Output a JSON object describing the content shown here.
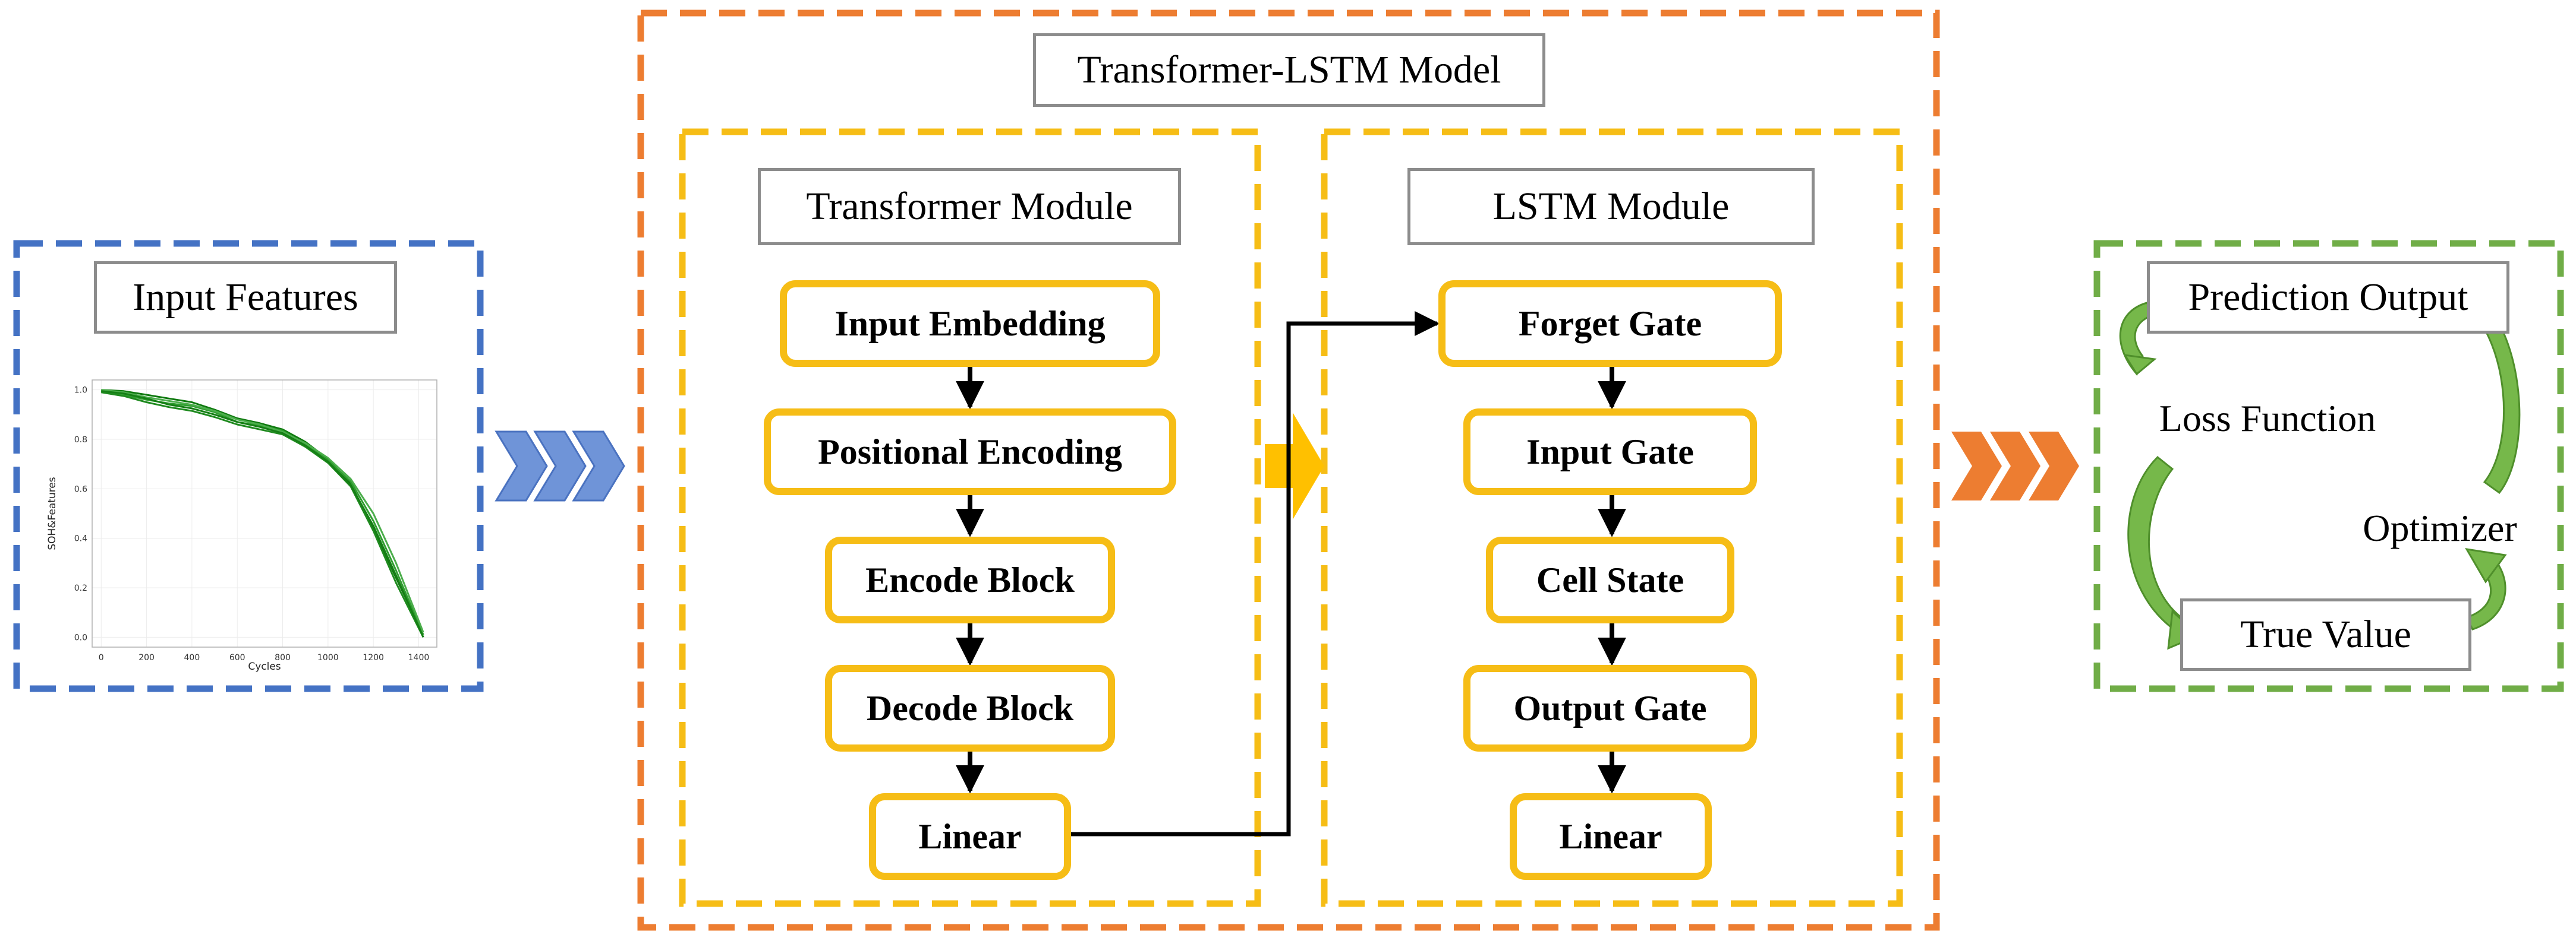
{
  "colors": {
    "input_panel": "#4472c4",
    "model_panel": "#ed7d31",
    "module_panel": "#f6bd16",
    "output_panel": "#70ad47",
    "node_border": "#f6bd16",
    "chart_line": "#1f8a1f"
  },
  "input_panel": {
    "title": "Input Features"
  },
  "model": {
    "title": "Transformer-LSTM Model",
    "transformer": {
      "title": "Transformer Module",
      "blocks": [
        "Input Embedding",
        "Positional Encoding",
        "Encode Block",
        "Decode Block",
        "Linear"
      ]
    },
    "lstm": {
      "title": "LSTM Module",
      "blocks": [
        "Forget Gate",
        "Input Gate",
        "Cell State",
        "Output Gate",
        "Linear"
      ]
    }
  },
  "output_panel": {
    "prediction": "Prediction Output",
    "loss": "Loss Function",
    "optimizer": "Optimizer",
    "true_value": "True Value"
  },
  "chart_data": {
    "type": "line",
    "xlabel": "Cycles",
    "ylabel": "SOH&Features",
    "xlim": [
      -40,
      1480
    ],
    "ylim": [
      -0.04,
      1.04
    ],
    "xticks": [
      0,
      200,
      400,
      600,
      800,
      1000,
      1200,
      1400
    ],
    "yticks": [
      0.0,
      0.2,
      0.4,
      0.6,
      0.8,
      1.0
    ],
    "xtick_labels": [
      "0",
      "200",
      "400",
      "600",
      "800",
      "1000",
      "1200",
      "1400"
    ],
    "ytick_labels": [
      "0.0",
      "0.2",
      "0.4",
      "0.6",
      "0.8",
      "1.0"
    ],
    "grid": true,
    "series": [
      {
        "x": [
          0,
          100,
          200,
          300,
          400,
          500,
          600,
          700,
          800,
          900,
          1000,
          1100,
          1200,
          1300,
          1420
        ],
        "y": [
          1.0,
          0.995,
          0.98,
          0.965,
          0.95,
          0.92,
          0.885,
          0.865,
          0.84,
          0.79,
          0.72,
          0.62,
          0.44,
          0.24,
          0.01
        ]
      },
      {
        "x": [
          0,
          100,
          200,
          300,
          400,
          500,
          600,
          700,
          800,
          900,
          1000,
          1100,
          1200,
          1300,
          1420
        ],
        "y": [
          0.995,
          0.98,
          0.96,
          0.945,
          0.935,
          0.91,
          0.87,
          0.855,
          0.835,
          0.78,
          0.715,
          0.63,
          0.47,
          0.27,
          0.01
        ]
      },
      {
        "x": [
          0,
          100,
          200,
          300,
          400,
          500,
          600,
          700,
          800,
          900,
          1000,
          1100,
          1200,
          1300,
          1420
        ],
        "y": [
          0.99,
          0.975,
          0.95,
          0.93,
          0.915,
          0.89,
          0.86,
          0.84,
          0.82,
          0.77,
          0.705,
          0.61,
          0.43,
          0.22,
          0.0
        ]
      },
      {
        "x": [
          0,
          100,
          200,
          300,
          400,
          500,
          600,
          700,
          800,
          900,
          1000,
          1100,
          1200,
          1300,
          1420
        ],
        "y": [
          1.0,
          0.99,
          0.97,
          0.955,
          0.94,
          0.915,
          0.88,
          0.86,
          0.83,
          0.785,
          0.725,
          0.64,
          0.5,
          0.3,
          0.02
        ]
      },
      {
        "x": [
          0,
          100,
          200,
          300,
          400,
          500,
          600,
          700,
          800,
          900,
          1000,
          1100,
          1200,
          1300,
          1420
        ],
        "y": [
          0.995,
          0.985,
          0.965,
          0.94,
          0.925,
          0.9,
          0.87,
          0.85,
          0.825,
          0.775,
          0.71,
          0.615,
          0.45,
          0.25,
          0.0
        ]
      }
    ]
  }
}
